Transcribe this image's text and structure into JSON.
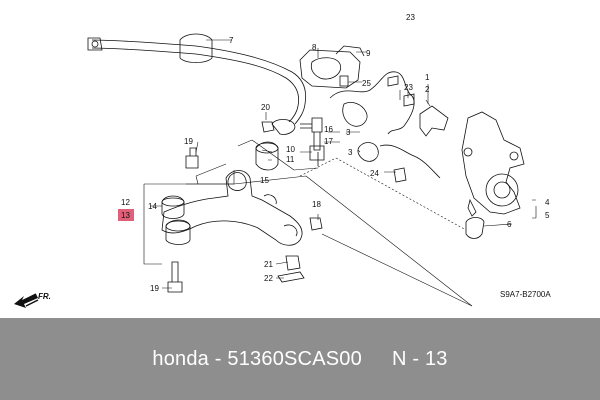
{
  "diagram": {
    "labels": {
      "l1": "1",
      "l2": "2",
      "l3a": "3",
      "l3b": "3",
      "l4": "4",
      "l5": "5",
      "l6": "6",
      "l7": "7",
      "l8": "8",
      "l9": "9",
      "l10": "10",
      "l11": "11",
      "l12": "12",
      "l13": "13",
      "l14": "14",
      "l15": "15",
      "l16": "16",
      "l17": "17",
      "l18": "18",
      "l19a": "19",
      "l19b": "19",
      "l20": "20",
      "l21": "21",
      "l22": "22",
      "l23a": "23",
      "l23b": "23",
      "l24": "24",
      "l25": "25"
    },
    "highlighted_part": "13",
    "highlight_color": "#e0607a",
    "direction_label": "FR.",
    "diagram_code": "S9A7-B2700A"
  },
  "footer": {
    "brand": "honda",
    "separator": "-",
    "part_number": "51360SCAS00",
    "ref": "N - 13",
    "background": "#8e8e8e"
  }
}
